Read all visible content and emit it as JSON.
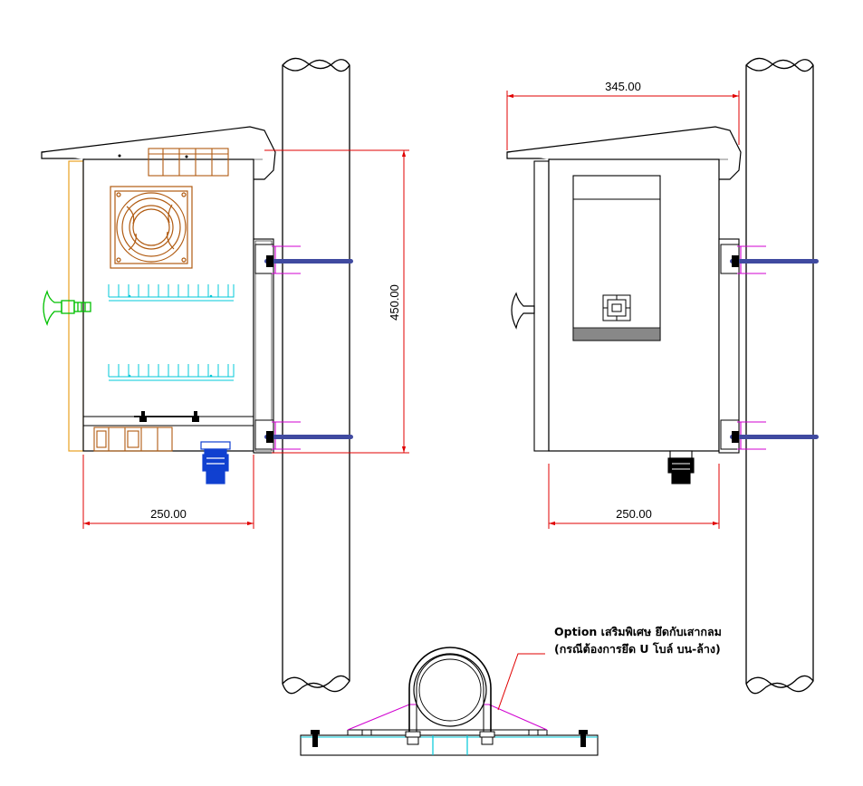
{
  "dimensions": {
    "left_width": "250.00",
    "height": "450.00",
    "right_depth": "345.00",
    "right_width": "250.00"
  },
  "note": {
    "line1": "Option เสริมพิเศษ ยึดกับเสากลม",
    "line2": "(กรณีต้องการยึด U โบล์ บน-ล้าง)"
  },
  "colors": {
    "line": "#000000",
    "dimension": "#e00000",
    "fan": "#b05a10",
    "terminal": "#00c8d8",
    "handle": "#00c000",
    "gland": "#1040d0",
    "bracket": "#d000d0",
    "bolt": "#404aa0",
    "frame": "#e8a020"
  },
  "icons": [
    "fan-icon",
    "vent-grille-icon",
    "cable-gland-icon",
    "u-bolt-icon",
    "handle-icon",
    "round-pole-icon"
  ]
}
